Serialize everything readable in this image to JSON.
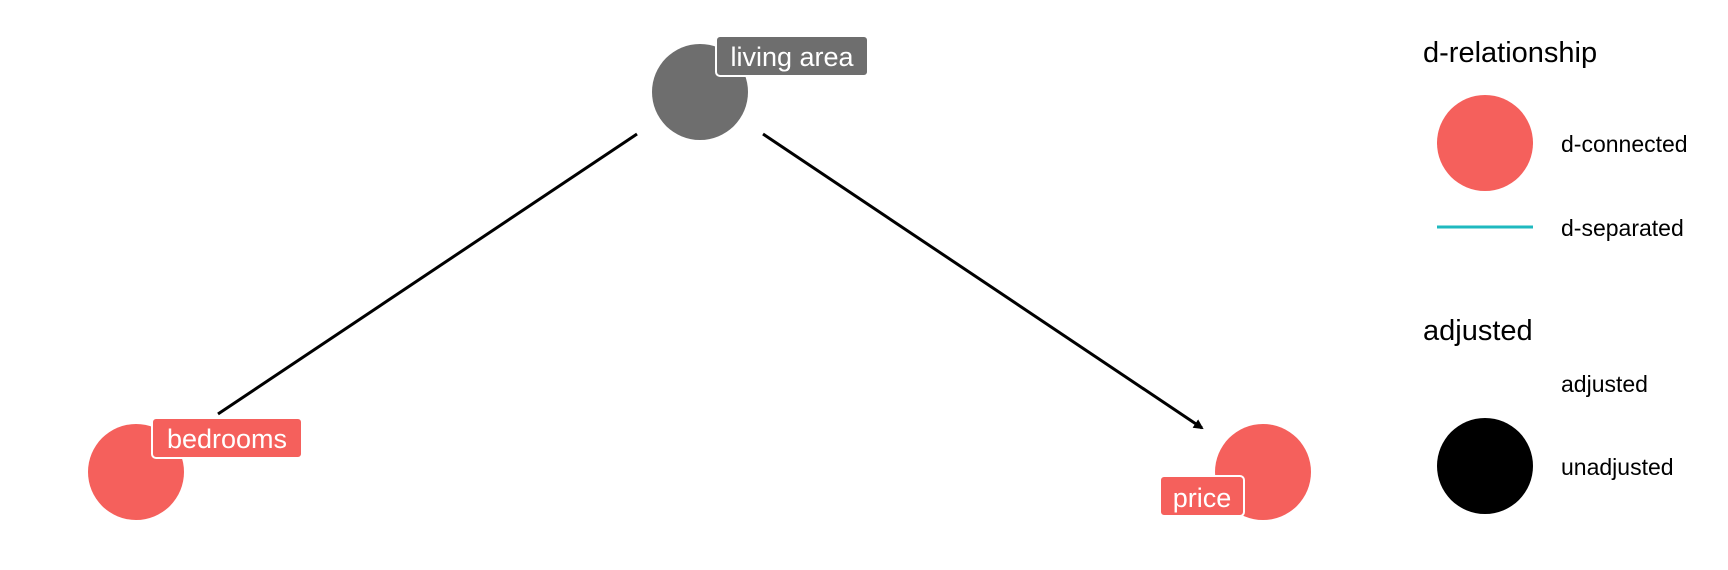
{
  "colors": {
    "d_connected": "#f5605c",
    "d_separated": "#1fb9bf",
    "node_grey": "#6e6e6e",
    "edge": "#000000",
    "unadjusted": "#000000",
    "label_text": "#ffffff",
    "label_border": "#ffffff"
  },
  "nodes": [
    {
      "id": "living_area",
      "label": "living area",
      "status": "unrelated"
    },
    {
      "id": "bedrooms",
      "label": "bedrooms",
      "status": "d-connected"
    },
    {
      "id": "price",
      "label": "price",
      "status": "d-connected"
    }
  ],
  "edges": [
    {
      "from": "living_area",
      "to": "bedrooms",
      "arrow": false
    },
    {
      "from": "living_area",
      "to": "price",
      "arrow": true
    }
  ],
  "legend": {
    "relationship": {
      "title": "d-relationship",
      "items": [
        {
          "label": "d-connected",
          "icon": "circle-icon"
        },
        {
          "label": "d-separated",
          "icon": "line-icon"
        }
      ]
    },
    "adjusted": {
      "title": "adjusted",
      "items": [
        {
          "label": "adjusted",
          "icon": "none"
        },
        {
          "label": "unadjusted",
          "icon": "circle-icon"
        }
      ]
    }
  }
}
